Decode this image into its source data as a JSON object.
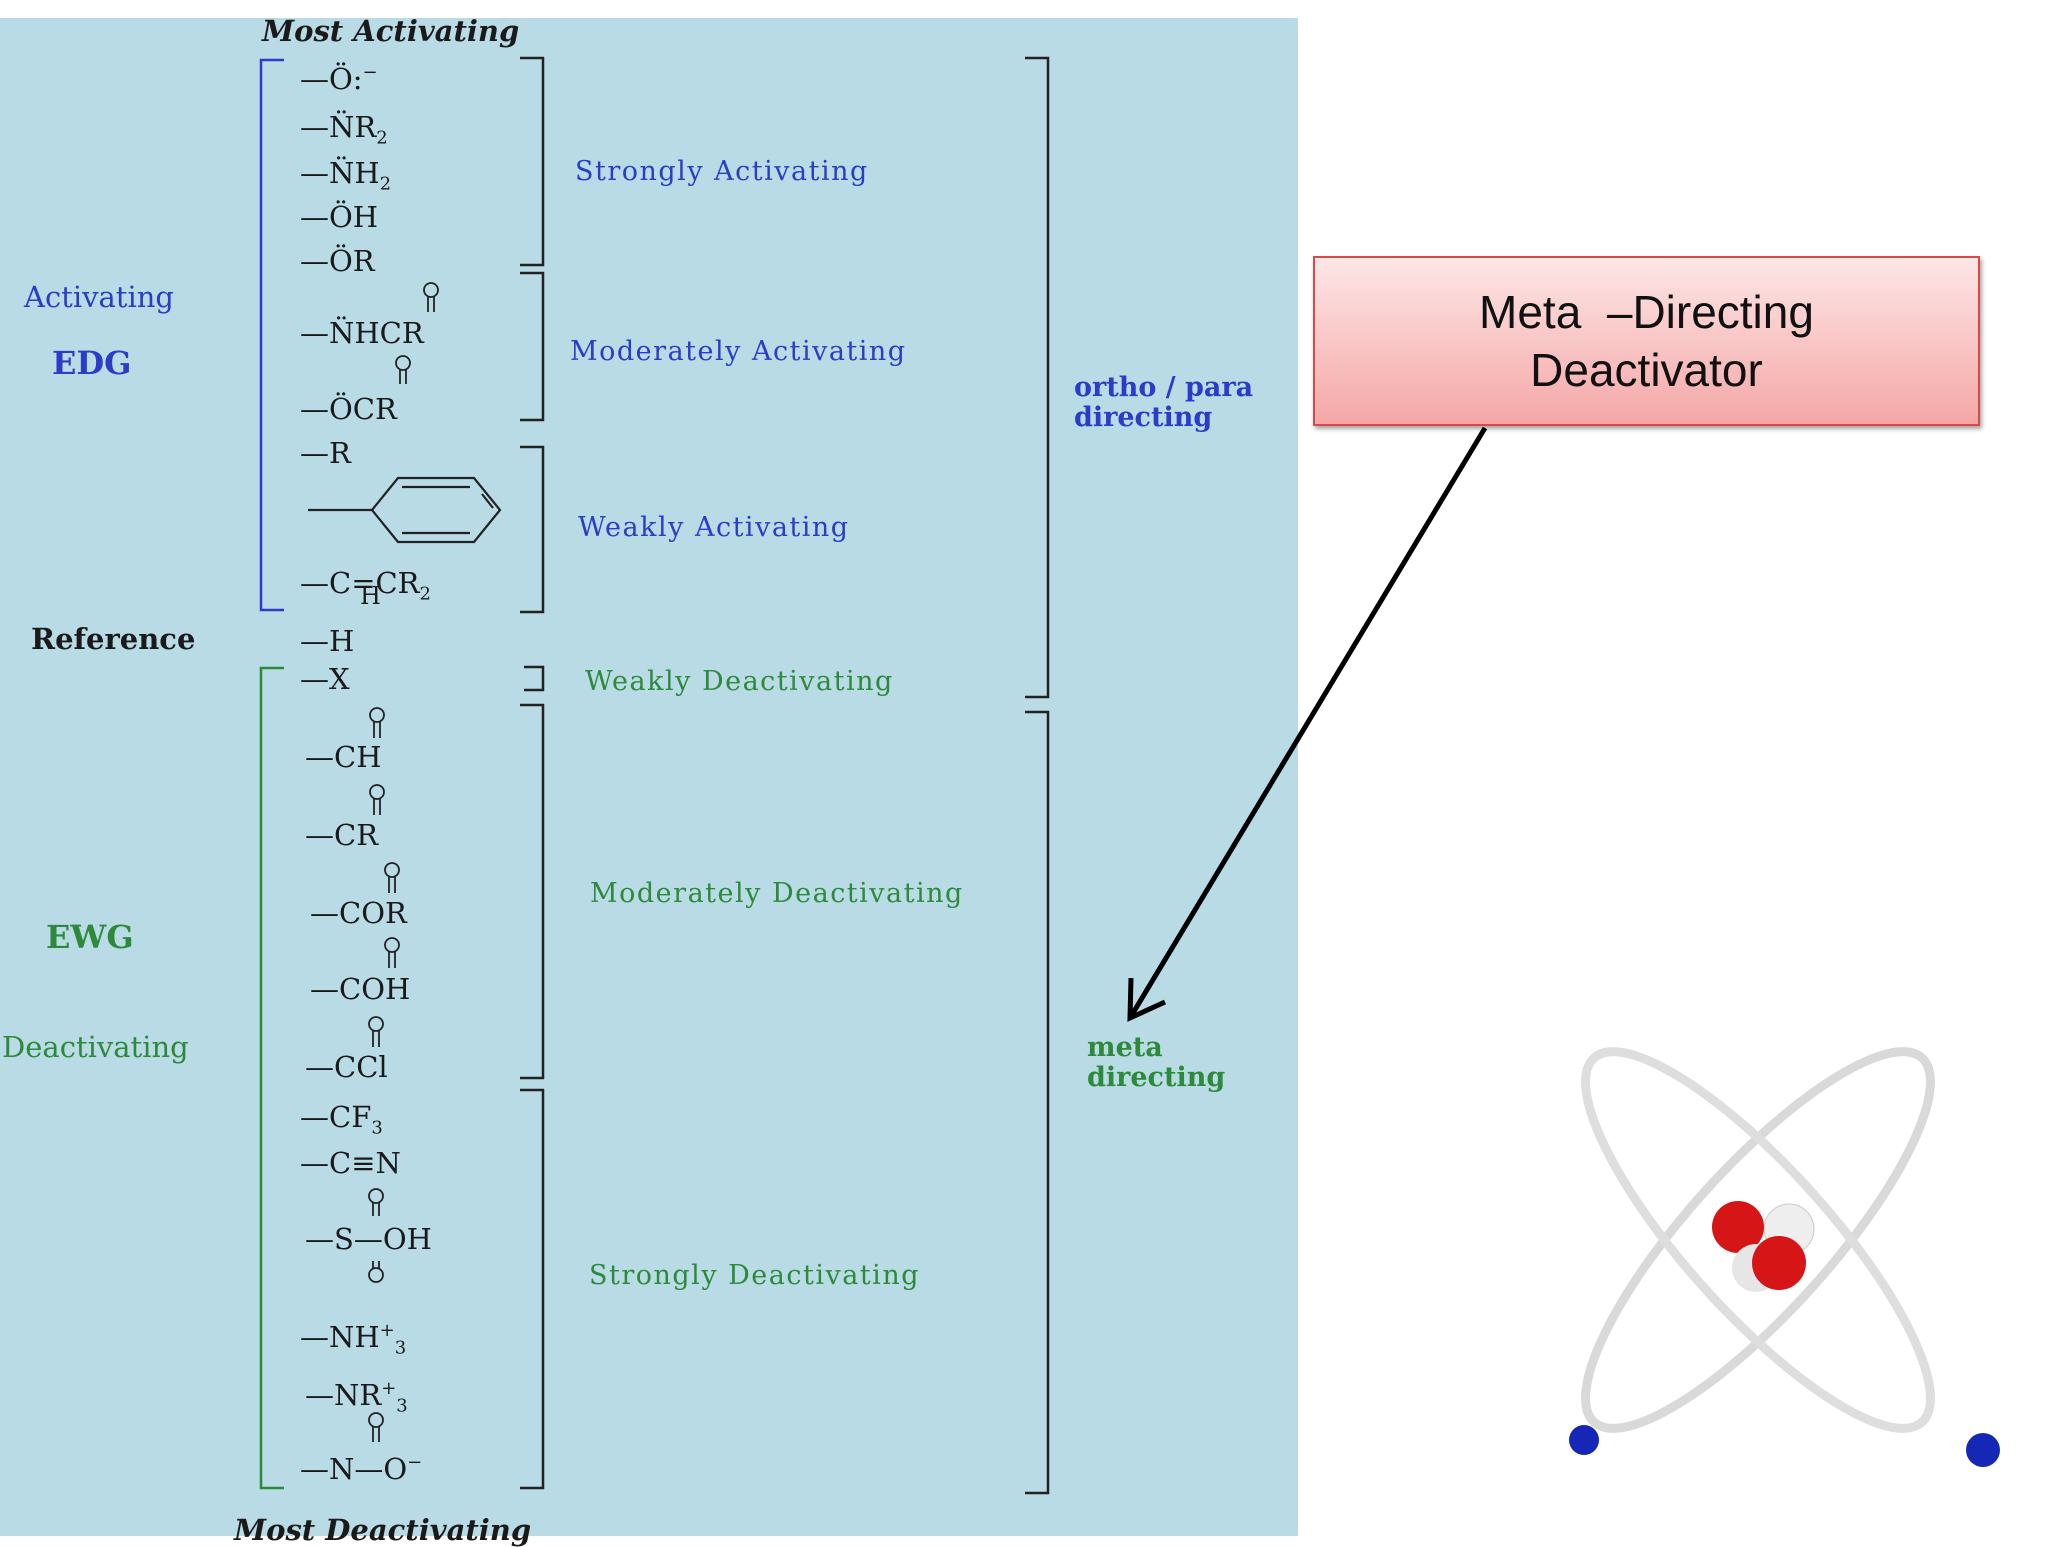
{
  "diagram": {
    "top_label": "Most Activating",
    "bottom_label": "Most Deactivating",
    "left_labels": {
      "activating": "Activating",
      "edg": "EDG",
      "reference": "Reference",
      "ewg": "EWG",
      "deactivating": "Deactivating"
    },
    "classes": {
      "strongly_activating": "Strongly Activating",
      "moderately_activating": "Moderately Activating",
      "weakly_activating": "Weakly Activating",
      "weakly_deactivating": "Weakly Deactivating",
      "moderately_deactivating": "Moderately Deactivating",
      "strongly_deactivating": "Strongly Deactivating"
    },
    "directing": {
      "ortho_para_line1": "ortho / para",
      "ortho_para_line2": "directing",
      "meta_line1": "meta",
      "meta_line2": "directing"
    },
    "substituents": [
      {
        "id": "o-minus",
        "main": "—Ö:",
        "sup": "−",
        "sub": ""
      },
      {
        "id": "nr2",
        "main": "—N̈R",
        "sup": "",
        "sub": "2"
      },
      {
        "id": "nh2",
        "main": "—N̈H",
        "sup": "",
        "sub": "2"
      },
      {
        "id": "oh",
        "main": "—ÖH",
        "sup": "",
        "sub": ""
      },
      {
        "id": "or",
        "main": "—ÖR",
        "sup": "",
        "sub": ""
      },
      {
        "id": "nhcor",
        "main": "—N̈HCR",
        "sup": "",
        "sub": ""
      },
      {
        "id": "ocor",
        "main": "—ÖCR",
        "sup": "",
        "sub": ""
      },
      {
        "id": "r",
        "main": "—R",
        "sup": "",
        "sub": ""
      },
      {
        "id": "vinyl",
        "main": "—C=CR",
        "sup": "",
        "sub": "2"
      },
      {
        "id": "h",
        "main": "—H",
        "sup": "",
        "sub": ""
      },
      {
        "id": "x",
        "main": "—X",
        "sup": "",
        "sub": ""
      },
      {
        "id": "cho",
        "main": "—CH",
        "sup": "",
        "sub": ""
      },
      {
        "id": "cor",
        "main": "—CR",
        "sup": "",
        "sub": ""
      },
      {
        "id": "coor",
        "main": "—COR",
        "sup": "",
        "sub": ""
      },
      {
        "id": "cooh",
        "main": "—COH",
        "sup": "",
        "sub": ""
      },
      {
        "id": "cocl",
        "main": "—CCl",
        "sup": "",
        "sub": ""
      },
      {
        "id": "cf3",
        "main": "—CF",
        "sup": "",
        "sub": "3"
      },
      {
        "id": "cn",
        "main": "—C≡N",
        "sup": "",
        "sub": ""
      },
      {
        "id": "so3h",
        "main": "—S—OH",
        "sup": "",
        "sub": ""
      },
      {
        "id": "nh3",
        "main": "—NH",
        "sup": "+",
        "sub": "3"
      },
      {
        "id": "nr3",
        "main": "—NR",
        "sup": "+",
        "sub": "3"
      },
      {
        "id": "no2",
        "main": "—N—O",
        "sup": "−",
        "sub": ""
      }
    ],
    "vinyl_h": "H"
  },
  "callout": {
    "line1": "Meta  –Directing",
    "line2": "Deactivator"
  },
  "colors": {
    "panel": "#b8dbe6",
    "blue_text": "#2a3cc8",
    "green_text": "#2d8a3a",
    "callout_border": "#d64a4a"
  }
}
